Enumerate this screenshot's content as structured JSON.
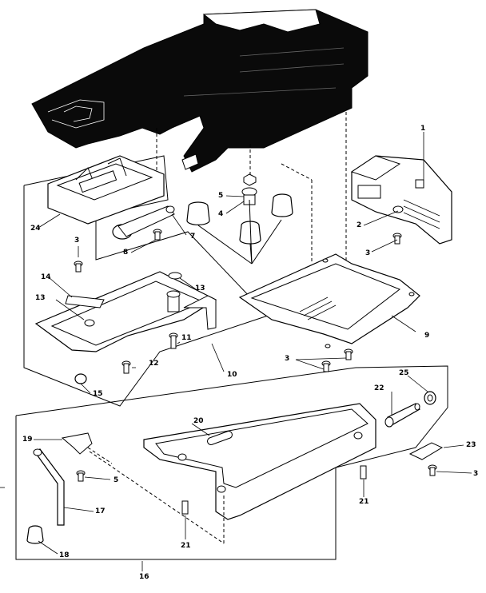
{
  "callouts": {
    "c1": "1",
    "c2": "2",
    "c3a": "3",
    "c3b": "3",
    "c3c": "3",
    "c3d": "3",
    "c4": "4",
    "c5a": "5",
    "c5b": "5",
    "c7": "7",
    "c8": "8",
    "c9": "9",
    "c10": "10",
    "c11": "11",
    "c12": "12",
    "c13a": "13",
    "c13b": "13",
    "c14": "14",
    "c15": "15",
    "c16": "16",
    "c17": "17",
    "c18": "18",
    "c19": "19",
    "c20": "20",
    "c21a": "21",
    "c21b": "21",
    "c22": "22",
    "c23": "23",
    "c24": "24",
    "c25": "25"
  }
}
